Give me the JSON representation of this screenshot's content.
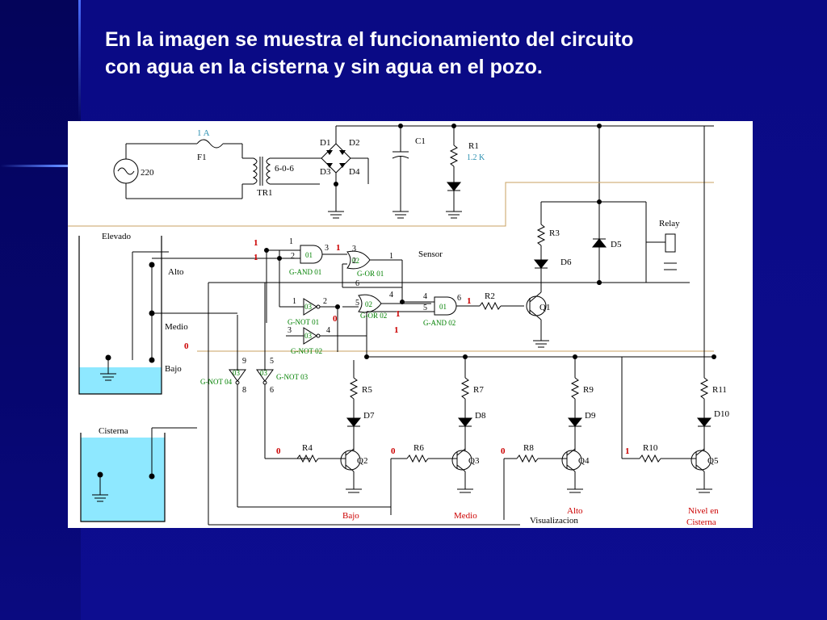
{
  "slide": {
    "title_line1": "En la imagen se muestra el funcionamiento del circuito",
    "title_line2": "con agua en la cisterna y sin agua en el pozo."
  },
  "colors": {
    "background": "#0c0c8c",
    "title": "#ffffff",
    "diagram_bg": "#ffffff",
    "logic_value": "#cc0000",
    "gate_labels": "#008000",
    "water": "#8ee8ff",
    "wire": "#000000",
    "supply_line": "#c8a060",
    "component_value": "#2a8fb0"
  },
  "diagram": {
    "supply": {
      "fuse_rating": "1 A",
      "fuse": "F1",
      "source_voltage": "220",
      "transformer": "TR1",
      "transformer_taps": "6-0-6",
      "d1": "D1",
      "d2": "D2",
      "d3": "D3",
      "d4": "D4",
      "capacitor": "C1",
      "resistor": "R1",
      "resistor_value": "1.2 K"
    },
    "tank_levels": {
      "elevado": "Elevado",
      "alto": "Alto",
      "medio": "Medio",
      "bajo": "Bajo",
      "cisterna": "Cisterna"
    },
    "gates": {
      "and1_num": "01",
      "and1_label": "G-AND 01",
      "or1_num": "02",
      "or1_label": "G-OR 01",
      "or2_num": "02",
      "or2_label": "G-OR 02",
      "and2_num": "01",
      "and2_label": "G-AND 02",
      "not1_num": "03",
      "not1_label": "G-NOT 01",
      "not2_num": "03",
      "not2_label": "G-NOT 02",
      "not3_num": "03",
      "not3_label": "G-NOT 03",
      "not4_num": "03",
      "not4_label": "G-NOT 04"
    },
    "pins": {
      "p1a": "1",
      "p2a": "2",
      "p3a": "3",
      "p3b": "3",
      "p2b": "2",
      "p1b": "1",
      "p6b": "6",
      "p5c": "5",
      "p4c": "4",
      "p4d": "4",
      "p5d": "5",
      "p6d": "6",
      "p1e": "1",
      "p2e": "2",
      "p3f": "3",
      "p4f": "4",
      "p9g": "9",
      "p8g": "8",
      "p5h": "5",
      "p6h": "6"
    },
    "logic_values": {
      "v_in1": "1",
      "v_in2": "1",
      "v_and_out": "1",
      "v_not1_out": "0",
      "v_or2_out": "1",
      "v_and2_in": "1",
      "v_and2_out": "1",
      "v_not_in": "0",
      "v_q2": "0",
      "v_q3": "0",
      "v_q4": "0",
      "v_q5": "1"
    },
    "driver": {
      "sensor": "Sensor",
      "r2": "R2",
      "q1": "Q1",
      "r3": "R3",
      "d6": "D6",
      "d5": "D5",
      "relay": "Relay"
    },
    "indicators": {
      "r5": "R5",
      "d7": "D7",
      "r4": "R4",
      "q2": "Q2",
      "r7": "R7",
      "d8": "D8",
      "r6": "R6",
      "q3": "Q3",
      "r9": "R9",
      "d9": "D9",
      "r8": "R8",
      "q4": "Q4",
      "r11": "R11",
      "d10": "D10",
      "r10": "R10",
      "q5": "Q5",
      "label_bajo": "Bajo",
      "label_medio": "Medio",
      "label_alto": "Alto",
      "label_visualizacion": "Visualizacion",
      "label_nivel_en": "Nivel en",
      "label_cisterna": "Cisterna"
    }
  }
}
